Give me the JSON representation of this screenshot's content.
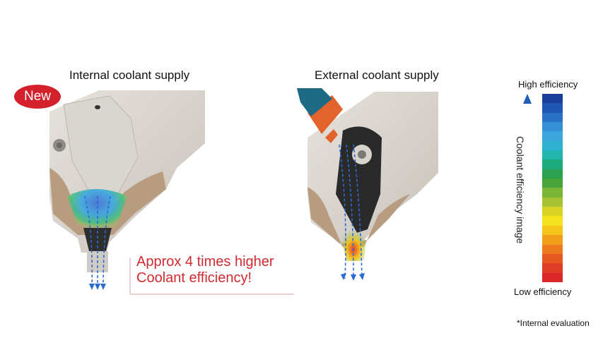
{
  "left_panel": {
    "title": "Internal coolant supply",
    "badge": "New"
  },
  "right_panel": {
    "title": "External coolant supply"
  },
  "callout": {
    "line1": "Approx 4 times higher",
    "line2": "Coolant efficiency!"
  },
  "legend": {
    "high_label": "High efficiency",
    "low_label": "Low efficiency",
    "axis_label": "Coolant efficiency image",
    "scale_colors": [
      "#1a3f9a",
      "#1e56b4",
      "#2a72c8",
      "#3590d6",
      "#3aa6dc",
      "#2fb2cf",
      "#22b5ad",
      "#1daa7c",
      "#2aa24f",
      "#47a53a",
      "#7ab534",
      "#a7c331",
      "#d8d423",
      "#f3e21c",
      "#f4c51a",
      "#f19f1b",
      "#ec7a1f",
      "#e65a22",
      "#e03d25",
      "#db2727"
    ]
  },
  "footnote": "*Internal evaluation"
}
